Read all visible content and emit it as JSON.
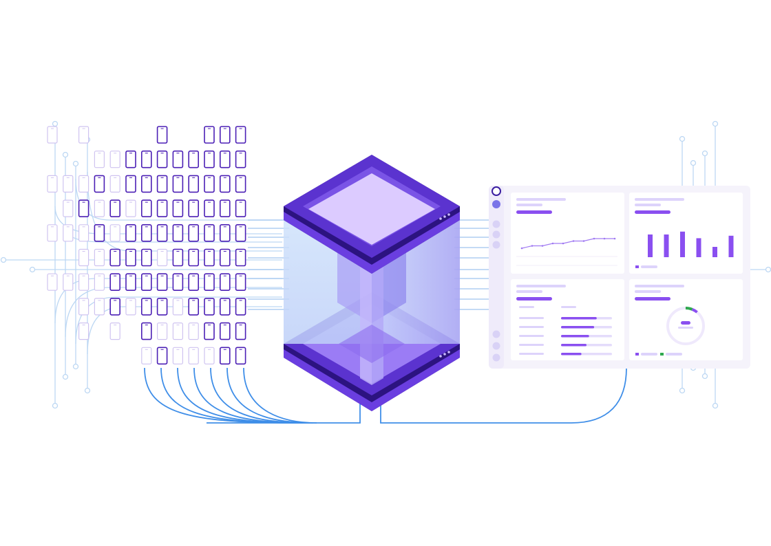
{
  "colors": {
    "background": "#ffffff",
    "device_active": "#4b1fb5",
    "device_inactive": "#cfc3f0",
    "circuit_line": "#bcd7f3",
    "connector_line": "#3f8ee8",
    "cube_top": "#5a35c9",
    "cube_face": "#dccbff",
    "cube_shadow": "#3a1590",
    "beam": "#b9d4fb",
    "accent": "#8a4ff0",
    "success": "#2fa84f"
  },
  "device_grid": {
    "rows": [
      [
        1,
        0,
        1,
        0,
        0,
        0,
        0,
        2,
        0,
        0,
        2,
        2,
        2
      ],
      [
        0,
        0,
        0,
        1,
        1,
        2,
        2,
        2,
        2,
        2,
        2,
        2,
        2
      ],
      [
        1,
        1,
        1,
        2,
        1,
        2,
        2,
        2,
        2,
        2,
        2,
        2,
        2
      ],
      [
        0,
        1,
        2,
        1,
        2,
        1,
        2,
        2,
        2,
        2,
        2,
        2,
        2
      ],
      [
        1,
        1,
        1,
        2,
        1,
        2,
        2,
        2,
        2,
        2,
        2,
        2,
        2
      ],
      [
        0,
        0,
        1,
        1,
        2,
        2,
        2,
        1,
        2,
        2,
        2,
        2,
        2
      ],
      [
        1,
        1,
        1,
        1,
        2,
        2,
        2,
        2,
        2,
        2,
        2,
        2,
        2
      ],
      [
        0,
        0,
        1,
        1,
        2,
        1,
        2,
        2,
        1,
        2,
        2,
        2,
        2
      ],
      [
        0,
        0,
        1,
        0,
        1,
        0,
        2,
        1,
        1,
        1,
        2,
        2,
        2
      ],
      [
        0,
        0,
        0,
        0,
        0,
        0,
        1,
        2,
        1,
        1,
        1,
        2,
        2
      ]
    ]
  },
  "dashboard": {
    "sidebar_icons": [
      "logo-icon",
      "dashboard-icon",
      "nav-icon",
      "nav-icon",
      "nav-icon",
      "settings-icon",
      "help-icon",
      "user-icon"
    ],
    "line_card": {
      "points": [
        1,
        2,
        2,
        3,
        3,
        4,
        4,
        5,
        5,
        5
      ]
    },
    "bar_card": {
      "values": [
        0.55,
        0.55,
        0.62,
        0.46,
        0.25,
        0.52
      ]
    },
    "list_card": {
      "progress": [
        0.7,
        0.65,
        0.55,
        0.5,
        0.4
      ]
    },
    "donut_card": {
      "segments": [
        0.06,
        0.05
      ]
    }
  }
}
